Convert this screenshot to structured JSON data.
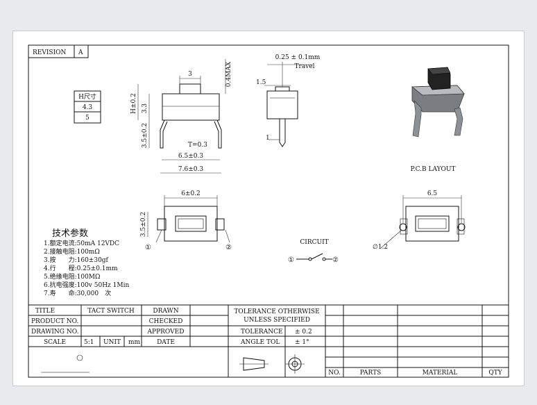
{
  "revision": {
    "label": "REVISION",
    "value": "A"
  },
  "height_table": {
    "header": "H尺寸",
    "values": [
      "4.3",
      "5"
    ]
  },
  "dims": {
    "top_width": "3",
    "top_max": "0.4MAX",
    "h": "H±0.2",
    "body_h": "3.3",
    "lead_h": "3.5±0.2",
    "t": "T=0.3",
    "w1": "6.5±0.3",
    "w2": "7.6±0.3",
    "travel_val": "0.25 ± 0.1mm",
    "travel_label": "Travel",
    "side_w": "1.5",
    "side_pin": "1",
    "bottom_w": "6±0.2",
    "bottom_h": "3.5±0.2",
    "pcb_w": "6.5",
    "pcb_hole": "∅1.2"
  },
  "pin_labels": [
    "①",
    "②"
  ],
  "pcb_layout_label": "P.C.B LAYOUT",
  "circuit": {
    "title": "CIRCUIT",
    "left": "①",
    "right": "②"
  },
  "specs": {
    "title": "技术参数",
    "items": [
      "1.额定电流:50mA 12VDC",
      "2.接触电阻:100mΩ",
      "3.按　　力:160±30gf",
      "4.行　　程:0.25±0.1mm",
      "5.绝缘电阻:100MΩ",
      "6.抗电强度:100v 50Hz 1Min",
      "7.寿　　命:30,000　次"
    ]
  },
  "title_block": {
    "title_label": "TITLE",
    "title_value": "TACT SWITCH",
    "product_label": "PRODUCT NO.",
    "drawing_label": "DRAWING NO.",
    "scale_label": "SCALE",
    "scale_value": "5:1",
    "unit_label": "UNIT",
    "unit_value": "mm",
    "drawn": "DRAWN",
    "checked": "CHECKED",
    "approved": "APPROVED",
    "date": "DATE",
    "tol_header_1": "TOLERANCE OTHERWISE",
    "tol_header_2": "UNLESS SPECIFIED",
    "tolerance_label": "TOLERANCE",
    "tolerance_value": "± 0.2",
    "angle_label": "ANGLE TOL",
    "angle_value": "± 1°",
    "no": "NO.",
    "parts": "PARTS",
    "material": "MATERIAL",
    "qty": "QTY"
  }
}
